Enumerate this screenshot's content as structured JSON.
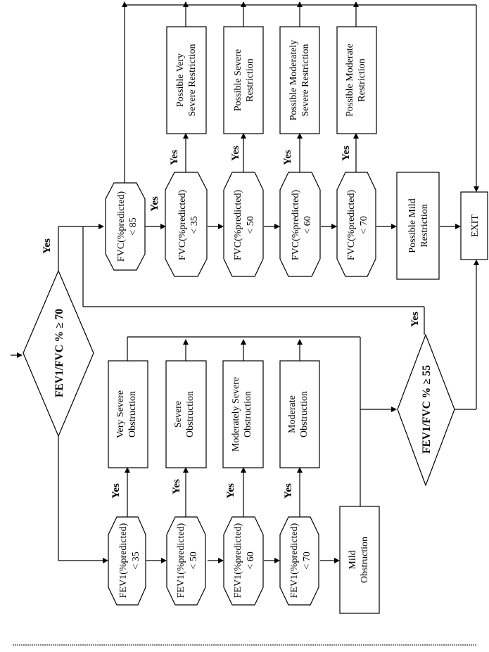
{
  "yes": "Yes",
  "fev1_fvc_70": "FEV1/FVC % ≥ 70",
  "fev1_fvc_55": "FEV1/FVC % ≥ 55",
  "exit": "EXIT",
  "fvc_pred": "FVC(%predicted)",
  "fev1_pred": "FEV1(%predicted)",
  "lt85": "< 85",
  "lt35": "< 35",
  "lt50": "< 50",
  "lt60": "< 60",
  "lt70": "< 70",
  "possible_very": "Possible Very",
  "severe_restriction": "Severe Restriction",
  "possible_severe": "Possible Severe",
  "restriction": "Restriction",
  "possible_moderately": "Possible Moderately",
  "possible_moderate": "Possible  Moderate",
  "possible_mild": "Possible Mild",
  "very_severe": "Very Severe",
  "obstruction": "Obstruction",
  "severe": "Severe",
  "moderately_severe": "Moderately Severe",
  "moderate": "Moderate",
  "mild": "Mild"
}
